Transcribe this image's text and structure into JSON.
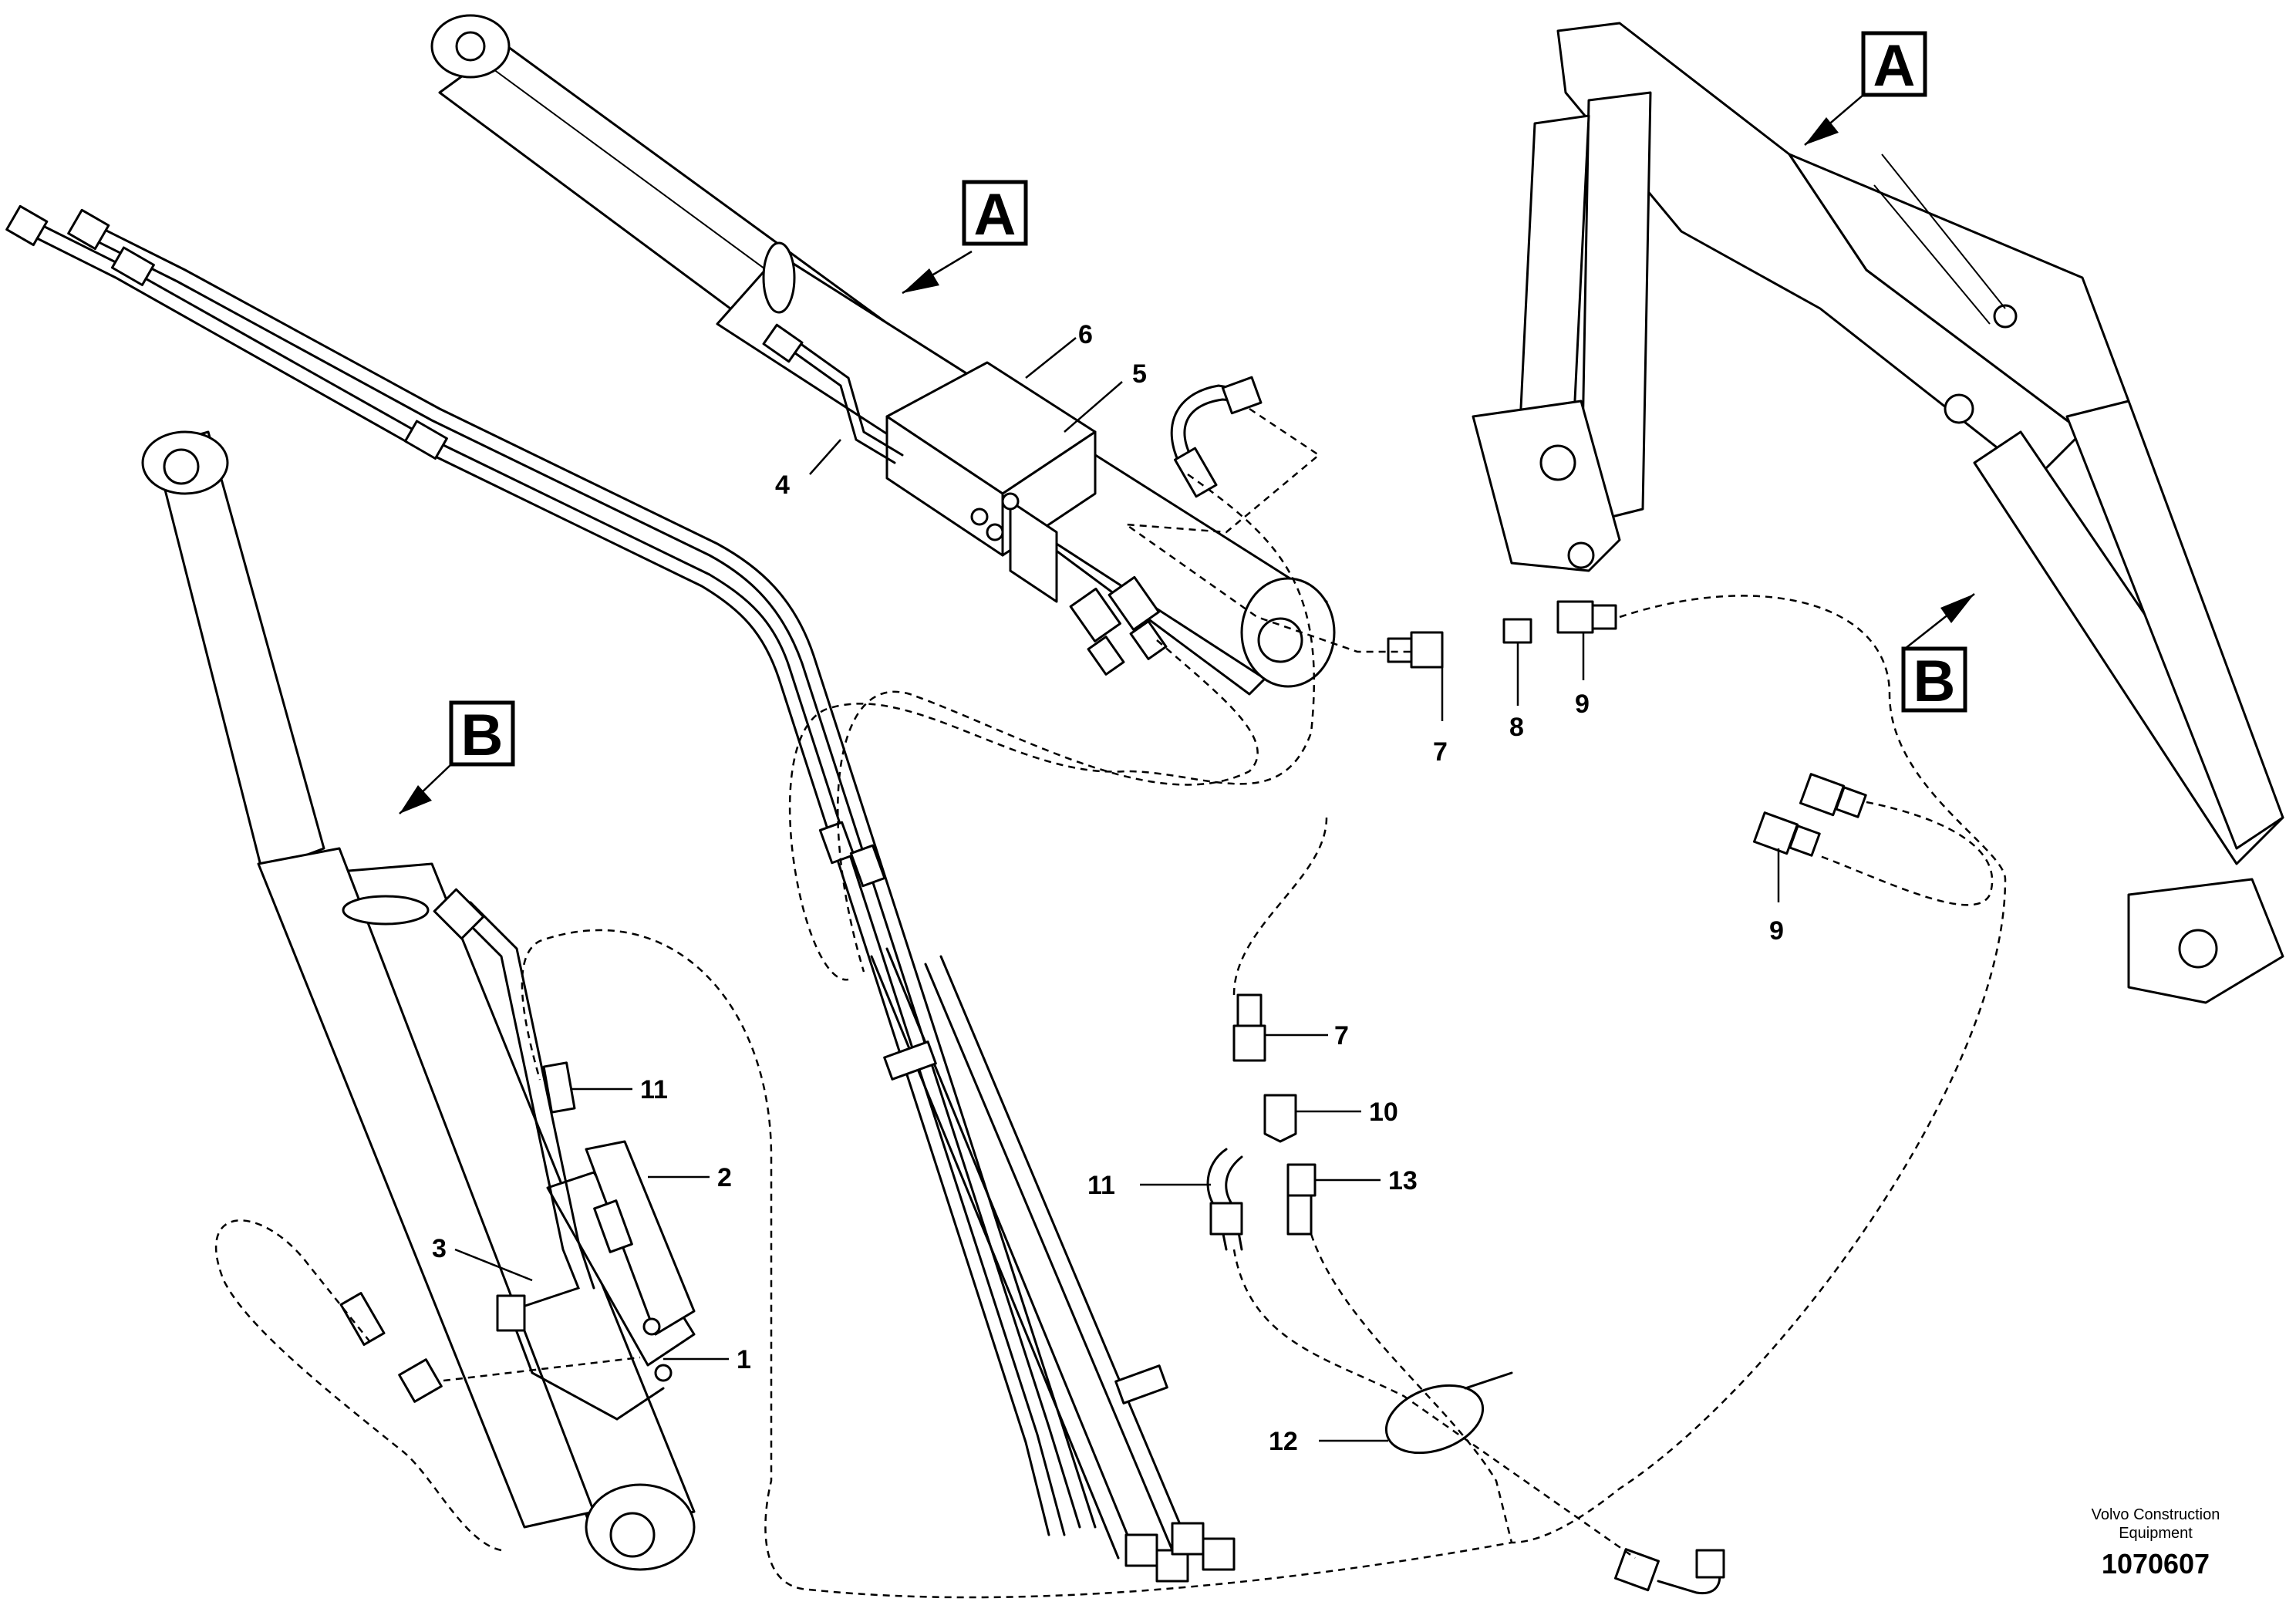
{
  "section_labels": {
    "a_left": "A",
    "a_right": "A",
    "b_left": "B",
    "b_right": "B"
  },
  "callouts": {
    "c1": "1",
    "c2": "2",
    "c3": "3",
    "c4": "4",
    "c5": "5",
    "c6": "6",
    "c7a": "7",
    "c7b": "7",
    "c8": "8",
    "c9a": "9",
    "c9b": "9",
    "c10": "10",
    "c11a": "11",
    "c11b": "11",
    "c12": "12",
    "c13": "13"
  },
  "caption": {
    "line1": "Volvo Construction",
    "line2": "Equipment",
    "code": "1070607"
  }
}
